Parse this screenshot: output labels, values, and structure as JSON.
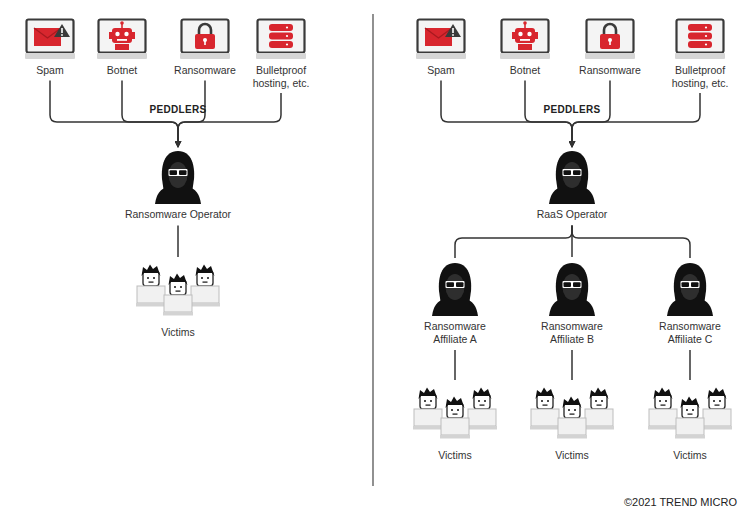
{
  "diagram": {
    "nodes": [
      {
        "text": [
          "Spam"
        ]
      },
      {
        "text": [
          "Botnet"
        ]
      },
      {
        "text": [
          "Ransomware"
        ]
      },
      {
        "text": [
          "Bulletproof hosting, etc."
        ]
      },
      {
        "text": [
          "Ransomware Operator"
        ]
      },
      {
        "text": [
          "Victims"
        ]
      },
      {
        "text": [
          "Spam"
        ]
      },
      {
        "text": [
          "Botnet"
        ]
      },
      {
        "text": [
          "Ransomware"
        ]
      },
      {
        "text": [
          "Bulletproof hosting, etc."
        ]
      },
      {
        "text": [
          "RaaS Operator"
        ]
      },
      {
        "text": [
          "Ransomware Affiliate A"
        ]
      },
      {
        "text": [
          "Ransomware Affiliate B"
        ]
      },
      {
        "text": [
          "Ransomware Affiliate C"
        ]
      },
      {
        "text": [
          "Victims"
        ]
      },
      {
        "text": [
          "Victims"
        ]
      },
      {
        "text": [
          "Victims"
        ]
      }
    ],
    "edges": [
      {
        "from": 0,
        "to": 4,
        "arrow": "to"
      },
      {
        "from": 1,
        "to": 4,
        "arrow": "to"
      },
      {
        "from": 2,
        "to": 4,
        "arrow": "to"
      },
      {
        "from": 3,
        "to": 4,
        "arrow": "to"
      },
      {
        "from": 4,
        "to": 5,
        "arrow": "none"
      },
      {
        "from": 6,
        "to": 10,
        "arrow": "to"
      },
      {
        "from": 7,
        "to": 10,
        "arrow": "to"
      },
      {
        "from": 8,
        "to": 10,
        "arrow": "to"
      },
      {
        "from": 9,
        "to": 10,
        "arrow": "to"
      },
      {
        "from": 10,
        "to": 11,
        "arrow": "none"
      },
      {
        "from": 10,
        "to": 12,
        "arrow": "none"
      },
      {
        "from": 10,
        "to": 13,
        "arrow": "none"
      },
      {
        "from": 11,
        "to": 14,
        "arrow": "none"
      },
      {
        "from": 12,
        "to": 15,
        "arrow": "none"
      },
      {
        "from": 13,
        "to": 16,
        "arrow": "none"
      }
    ],
    "labels": [
      "PEDDLERS",
      "PEDDLERS",
      "©2021 TREND MICRO"
    ]
  }
}
